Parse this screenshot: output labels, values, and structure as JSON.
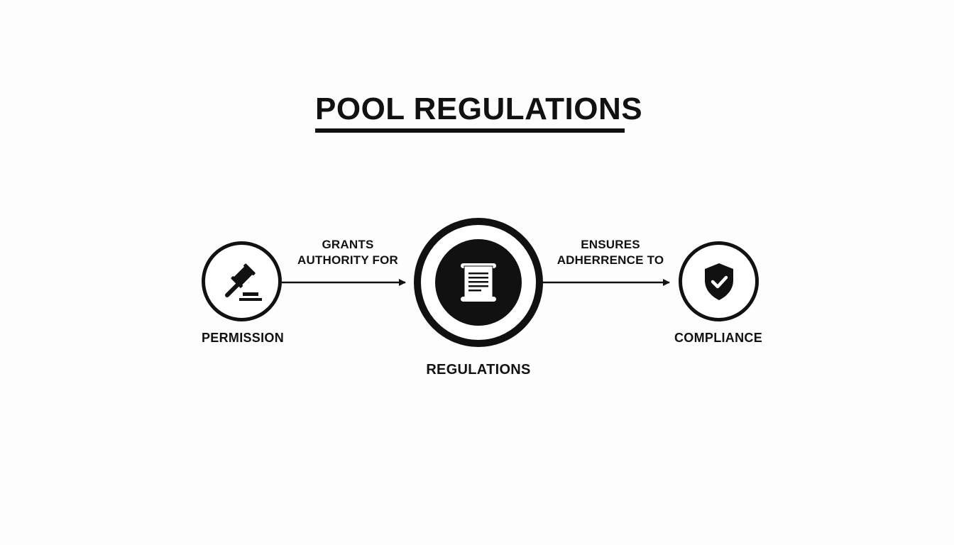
{
  "title": "POOL REGULATIONS",
  "nodes": {
    "permission": {
      "label": "PERMISSION",
      "icon": "gavel-icon"
    },
    "regulations": {
      "label": "REGULATIONS",
      "icon": "scroll-document-icon"
    },
    "compliance": {
      "label": "COMPLIANCE",
      "icon": "shield-check-icon"
    }
  },
  "edges": [
    {
      "from": "permission",
      "to": "regulations",
      "label_lines": [
        "GRANTS",
        "AUTHORITY FOR"
      ]
    },
    {
      "from": "regulations",
      "to": "compliance",
      "label_lines": [
        "ENSURES",
        "ADHERRENCE TO"
      ]
    }
  ],
  "colors": {
    "ink": "#111111",
    "background": "#fdfdfd"
  }
}
